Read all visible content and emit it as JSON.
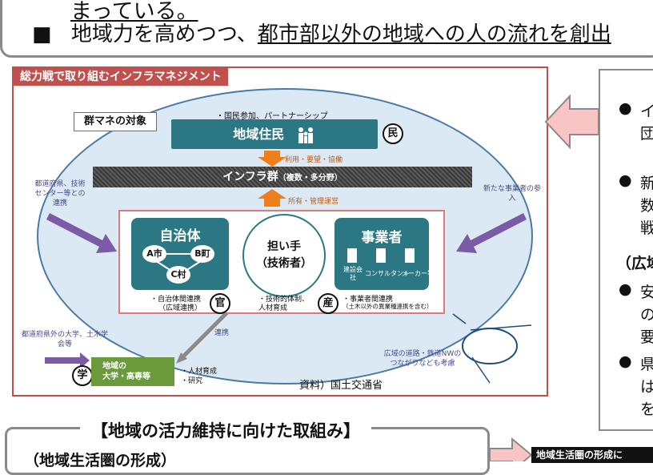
{
  "top": {
    "line1": "まっている。",
    "bullet": "■",
    "line2_plain": "地域力を高めつつ、",
    "line2_underlined": "都市部以外の地域への人の流れを創出"
  },
  "figure": {
    "title": "総力戦で取り組むインフラマネジメント",
    "target_label": "群マネの対象",
    "residents_note": "・国民参加、パートナーシップ",
    "residents": "地域住民",
    "badge_min": "民",
    "flow_use": "利用・要望・協働",
    "infra_group": "インフラ群",
    "infra_group_sub": "（複数・多分野）",
    "flow_own": "所有・管理運営",
    "municipality": "自治体",
    "town_a": "A市",
    "town_b": "B町",
    "town_c": "C村",
    "bearer_line1": "担い手",
    "bearer_line2": "（技術者）",
    "business": "事業者",
    "business_types": [
      "建設会社",
      "コンサルタント",
      "メーカー等"
    ],
    "muni_note_line1": "・自治体間連携",
    "muni_note_line2": "（広域連携）",
    "badge_kan": "官",
    "eng_note_line1": "・技術的体制、",
    "eng_note_line2": "人材育成",
    "badge_san": "産",
    "biz_note_line1": "・事業者間連携",
    "biz_note_line2": "（土木以外の異業種連携を含む）",
    "pref_note": "都道府県、技術センター等との連携",
    "new_note": "新たな事業者の参入",
    "outside_note": "都道府県外の大学、土木学会等",
    "renkei": "連携",
    "univ_line1": "地域の",
    "univ_line2": "大学・高専等",
    "badge_gaku": "学",
    "univ_note_line1": "・人材育成",
    "univ_note_line2": "・研究",
    "road_note": "広域の道路・鉄道NWのつながりなども考慮",
    "source": "資料）国土交通省"
  },
  "right": {
    "bullet1_line1": "イ",
    "bullet1_line2": "団",
    "bullet2_line1": "新",
    "bullet2_line2": "数",
    "bullet2_line3": "戦",
    "heading": "（広域",
    "bullet3_line1": "安",
    "bullet3_line2": "の",
    "bullet3_line3": "要",
    "bullet4_line1": "県",
    "bullet4_line2": "は",
    "bullet4_line3": "を",
    "bullet_glyph": "●"
  },
  "bottom": {
    "title": "【地域の活力維持に向けた取組み】",
    "subtitle": "（地域生活圏の形成）",
    "right_label": "地域生活圏の形成に"
  },
  "colors": {
    "teal": "#2b7884",
    "red": "#c0504d",
    "ellipse": "#dbe9f4",
    "orange": "#ef7f1a",
    "purple": "#7b5aa6",
    "pink_arrow": "#f8c4c4",
    "green": "#6a9a3a"
  }
}
